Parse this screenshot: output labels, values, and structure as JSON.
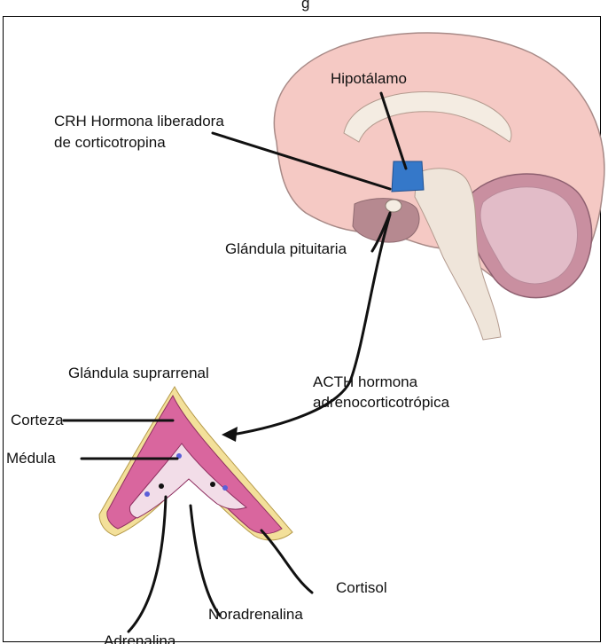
{
  "diagram": {
    "top_partial_label": "g",
    "labels": {
      "hipotalamo": "Hipotálamo",
      "crh_line1": "CRH Hormona liberadora",
      "crh_line2": "de corticotropina",
      "pituitaria": "Glándula pituitaria",
      "suprarrenal": "Glándula suprarrenal",
      "acth_line1": "ACTH hormona",
      "acth_line2": "adrenocorticotrópica",
      "corteza": "Corteza",
      "medula": "Médula",
      "cortisol": "Cortisol",
      "noradrenalina": "Noradrenalina",
      "adrenalina": "Adrenalina"
    },
    "colors": {
      "cerebrum": "#f5c9c4",
      "cerebrum_outline": "#a88a87",
      "corpus_callosum": "#f4ece2",
      "brainstem": "#efe5da",
      "cerebellum": "#c98fa0",
      "cerebellum_inner": "#e2bcc8",
      "pons_region": "#b68990",
      "hypothalamus": "#3578c9",
      "pituitary": "#f4ece2",
      "adrenal_capsule": "#f3e09a",
      "adrenal_cortex": "#d9669e",
      "adrenal_medulla": "#f2dde8",
      "medulla_dot_blue": "#5b5fd8",
      "medulla_dot_black": "#111111"
    }
  }
}
